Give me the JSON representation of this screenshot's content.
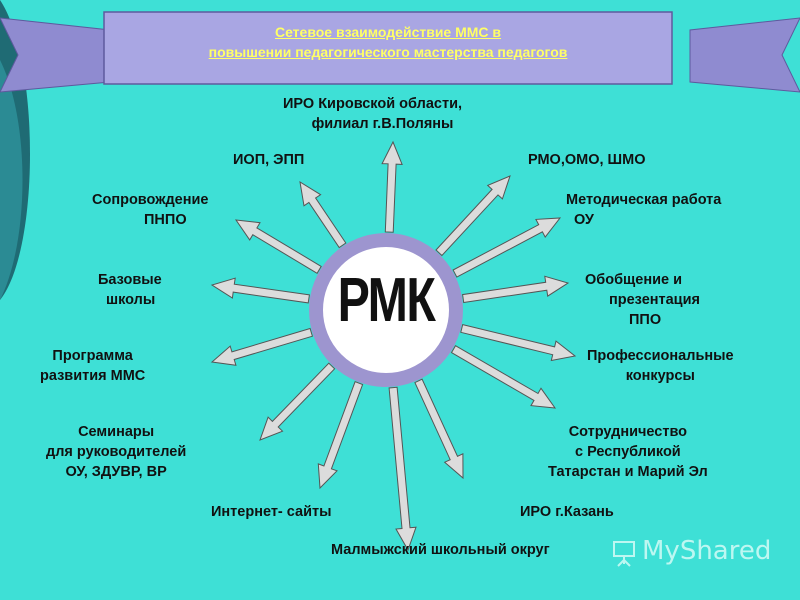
{
  "title": {
    "line1": "Сетевое взаимодействие ММС в",
    "line2": "повышении педагогического мастерства педагогов"
  },
  "center_label": "РМК",
  "labels": {
    "iro_kirov": [
      "ИРО Кировской области,",
      "филиал г.В.Поляны"
    ],
    "iop": [
      "ИОП, ЭПП"
    ],
    "rmo": [
      "РМО,ОМО, ШМО"
    ],
    "soprovozhdenie": [
      "Сопровождение",
      "ПНПО"
    ],
    "metod": [
      "Методическая работа",
      "ОУ"
    ],
    "bazovye": [
      "Базовые",
      "школы"
    ],
    "obobshchenie": [
      "Обобщение и",
      "презентация",
      "ППО"
    ],
    "programma": [
      "Программа",
      "развития ММС"
    ],
    "konkursy": [
      "Профессиональные",
      "конкурсы"
    ],
    "seminary": [
      "Семинары",
      "для руководителей",
      "ОУ, ЗДУВР, ВР"
    ],
    "sotrudnichestvo": [
      "Сотрудничество",
      "с Республикой",
      "Татарстан и Марий Эл"
    ],
    "internet": [
      "Интернет- сайты"
    ],
    "iro_kazan": [
      "ИРО г.Казань"
    ],
    "malmyzh": [
      "Малмыжский школьный округ"
    ]
  },
  "watermark": "MyShared",
  "colors": {
    "background": "#3ee0d6",
    "banner": "#a9a6e3",
    "title_text": "#ffff66",
    "ring": "#9d95cf",
    "arrow": "#dcdcdc",
    "accent_left": "#1f6b74"
  }
}
